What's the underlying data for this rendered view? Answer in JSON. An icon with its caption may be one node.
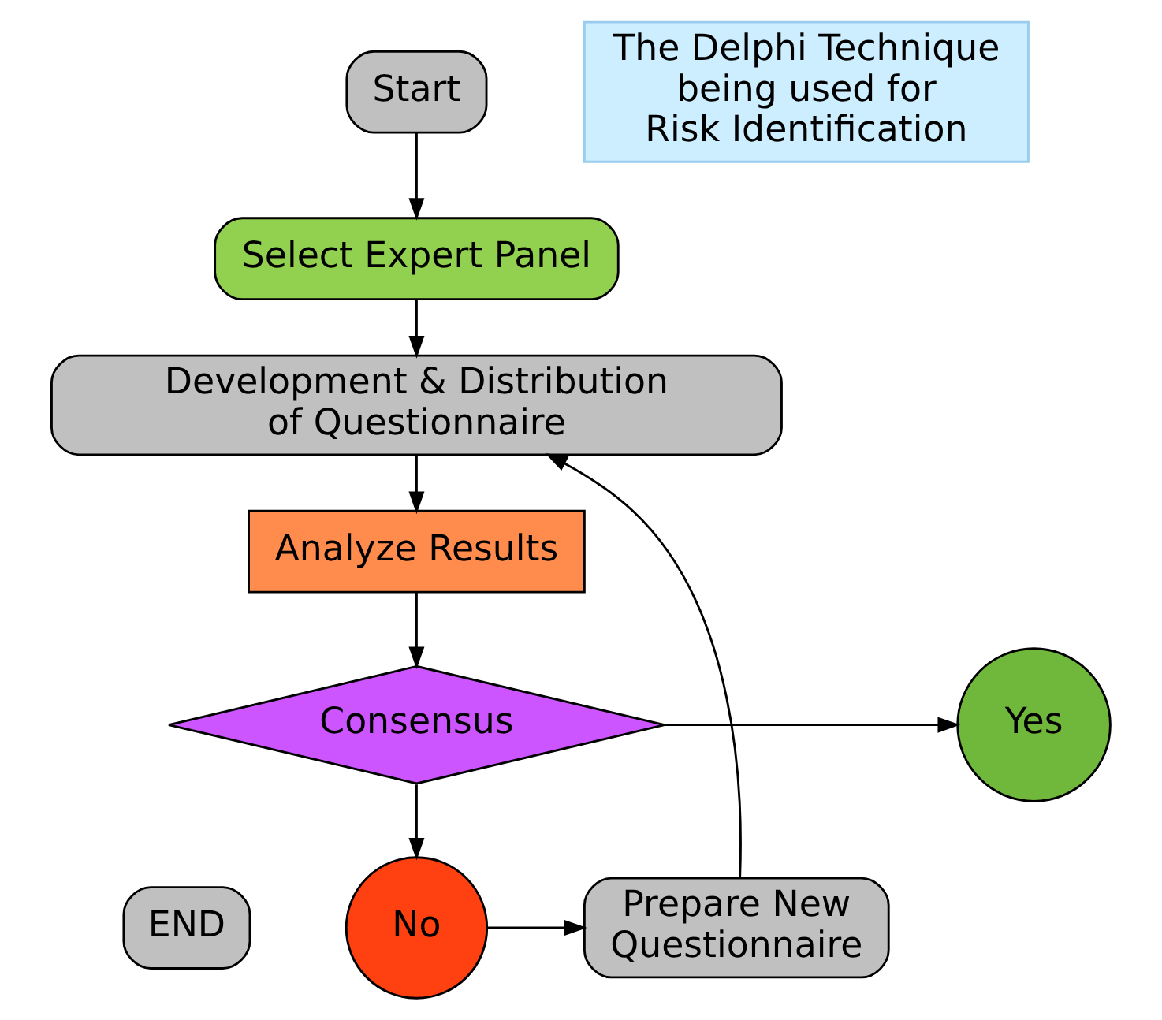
{
  "diagram": {
    "nodes": [
      {
        "text": [
          "Start"
        ]
      },
      {
        "text": [
          "Select Expert Panel"
        ]
      },
      {
        "text": [
          "Development & Distribution of Questionnaire"
        ]
      },
      {
        "text": [
          "Analyze Results"
        ]
      },
      {
        "text": [
          "Consensus"
        ]
      },
      {
        "text": [
          "Yes"
        ]
      },
      {
        "text": [
          "No"
        ]
      },
      {
        "text": [
          "Prepare New Questionnaire"
        ]
      },
      {
        "text": [
          "END"
        ]
      },
      {
        "text": [
          "The Delphi Technique being used for Risk Identification"
        ]
      }
    ],
    "edges": [
      {
        "from": 0,
        "to": 1,
        "arrow": "to"
      },
      {
        "from": 1,
        "to": 2,
        "arrow": "to"
      },
      {
        "from": 2,
        "to": 3,
        "arrow": "to"
      },
      {
        "from": 3,
        "to": 4,
        "arrow": "to"
      },
      {
        "from": 4,
        "to": 5,
        "arrow": "to"
      },
      {
        "from": 4,
        "to": 6,
        "arrow": "to"
      },
      {
        "from": 6,
        "to": 7,
        "arrow": "to"
      },
      {
        "from": 7,
        "to": 2,
        "arrow": "to"
      }
    ]
  }
}
